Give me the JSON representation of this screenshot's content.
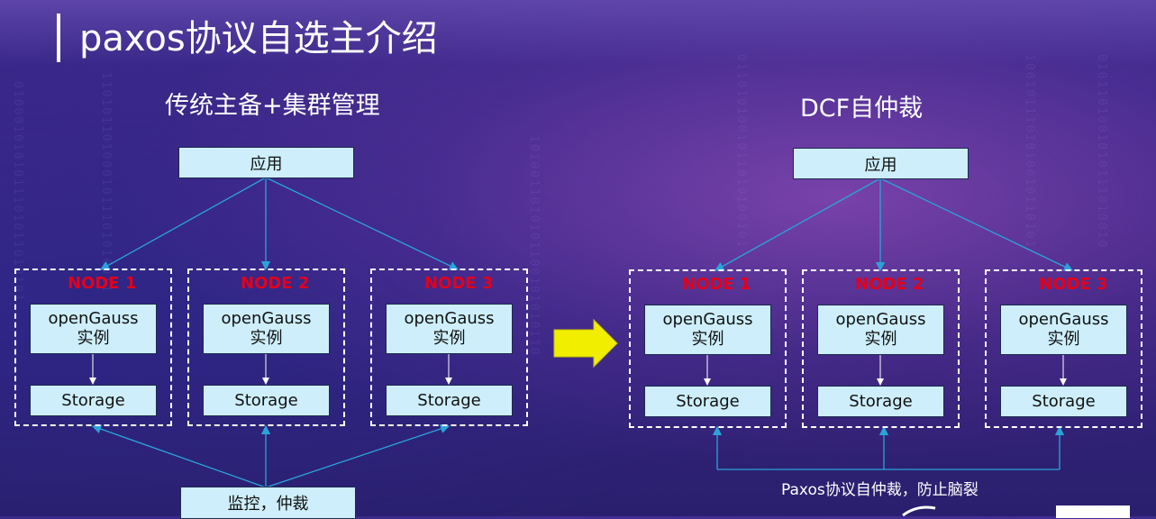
{
  "title": "paxos协议自选主介绍",
  "left": {
    "heading": "传统主备+集群管理",
    "app_label": "应用",
    "nodes": [
      {
        "label": "NODE 1",
        "instance_line1": "openGauss",
        "instance_line2": "实例",
        "storage": "Storage"
      },
      {
        "label": "NODE 2",
        "instance_line1": "openGauss",
        "instance_line2": "实例",
        "storage": "Storage"
      },
      {
        "label": "NODE 3",
        "instance_line1": "openGauss",
        "instance_line2": "实例",
        "storage": "Storage"
      }
    ],
    "monitor_label": "监控，仲裁"
  },
  "right": {
    "heading": "DCF自仲裁",
    "app_label": "应用",
    "nodes": [
      {
        "label": "NODE 1",
        "instance_line1": "openGauss",
        "instance_line2": "实例",
        "storage": "Storage"
      },
      {
        "label": "NODE 2",
        "instance_line1": "openGauss",
        "instance_line2": "实例",
        "storage": "Storage"
      },
      {
        "label": "NODE 3",
        "instance_line1": "openGauss",
        "instance_line2": "实例",
        "storage": "Storage"
      }
    ],
    "caption": "Paxos协议自仲裁，防止脑裂"
  },
  "colors": {
    "box_fill": "#cdeefa",
    "node_label": "#e3001b",
    "connector": "#2ba3d9",
    "arrow": "#f2ee00"
  }
}
